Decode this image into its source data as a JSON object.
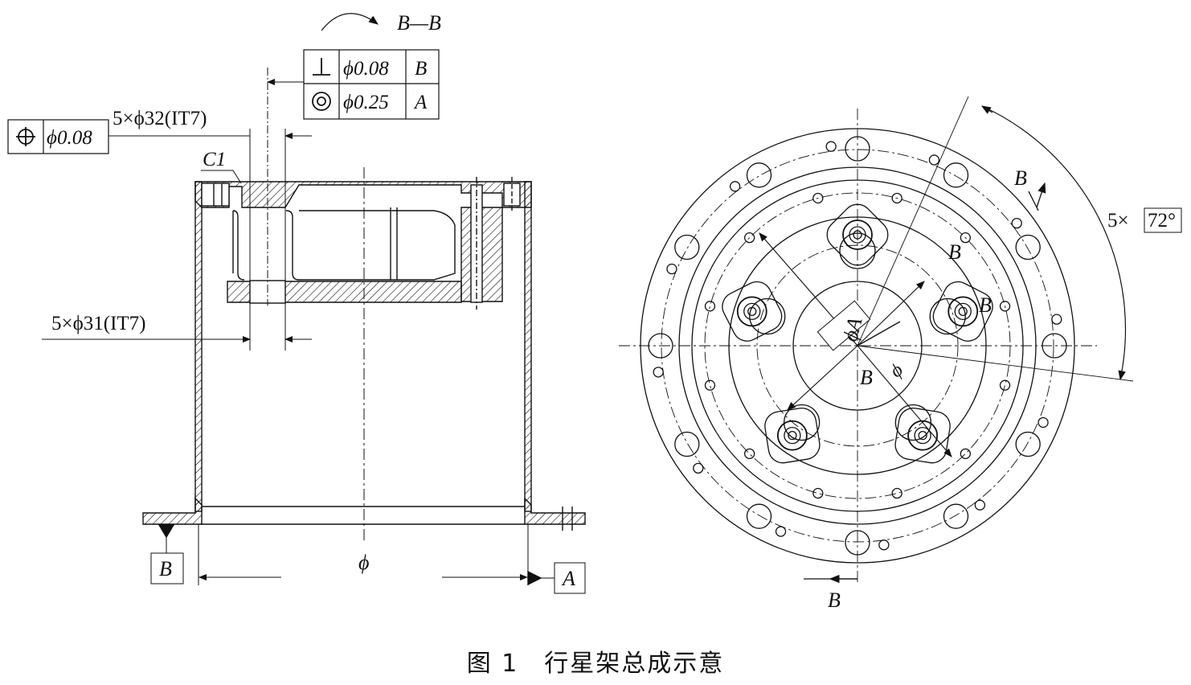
{
  "caption": "图 1　行星架总成示意",
  "section_view": {
    "view_label": "B—B",
    "fcf_upper": {
      "row1": {
        "symbol": "perpendicularity-icon",
        "tolerance": "ϕ0.08",
        "datum": "B"
      },
      "row2": {
        "symbol": "concentricity-icon",
        "tolerance": "ϕ0.25",
        "datum": "A"
      }
    },
    "fcf_position": {
      "symbol": "position-icon",
      "tolerance": "ϕ0.08"
    },
    "hole_upper_label": "5×ϕ32(IT7)",
    "hole_lower_label": "5×ϕ31(IT7)",
    "chamfer_label": "C1",
    "datum_b": "B",
    "datum_a": "A",
    "diameter_label": "ϕ"
  },
  "end_view": {
    "angle_label": "5×",
    "angle_value": "72°",
    "phi_a_label": "ϕA",
    "phi_label": "ϕ",
    "section_marks": [
      "B",
      "B",
      "B",
      "B",
      "B"
    ]
  }
}
